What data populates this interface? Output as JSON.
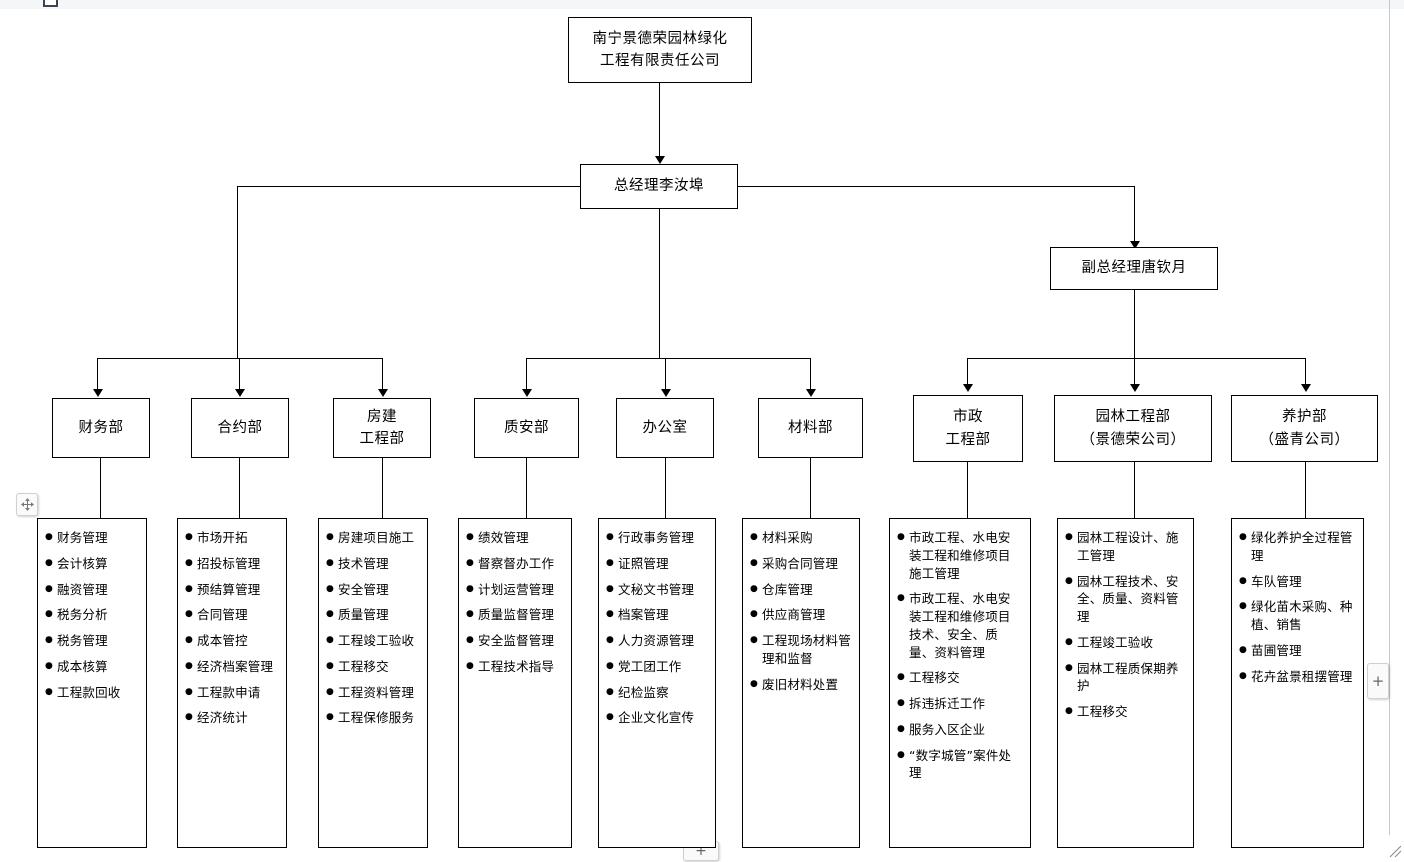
{
  "chrome": {
    "move_handle_icon": "move-icon",
    "expand_right_label": "+",
    "expand_bottom_label": "+",
    "corner_resize_icon": "resize-corner-icon"
  },
  "chart": {
    "company": {
      "lines": [
        "南宁景德荣园林绿化",
        "工程有限责任公司"
      ]
    },
    "general_manager": {
      "lines": [
        "总经理李汝埠"
      ]
    },
    "deputy_manager": {
      "lines": [
        "副总经理唐钦月"
      ]
    },
    "departments": [
      {
        "id": "finance",
        "lines": [
          "财务部"
        ],
        "duties": [
          "财务管理",
          "会计核算",
          "融资管理",
          "税务分析",
          "税务管理",
          "成本核算",
          "工程款回收"
        ]
      },
      {
        "id": "contract",
        "lines": [
          "合约部"
        ],
        "duties": [
          "市场开拓",
          "招投标管理",
          "预结算管理",
          "合同管理",
          "成本管控",
          "经济档案管理",
          "工程款申请",
          "经济统计"
        ]
      },
      {
        "id": "housing-engineering",
        "lines": [
          "房建",
          "工程部"
        ],
        "duties": [
          "房建项目施工",
          "技术管理",
          "安全管理",
          "质量管理",
          "工程竣工验收",
          "工程移交",
          "工程资料管理",
          "工程保修服务"
        ]
      },
      {
        "id": "quality-safety",
        "lines": [
          "质安部"
        ],
        "duties": [
          "绩效管理",
          "督察督办工作",
          "计划运营管理",
          "质量监督管理",
          "安全监督管理",
          "工程技术指导"
        ]
      },
      {
        "id": "office",
        "lines": [
          "办公室"
        ],
        "duties": [
          "行政事务管理",
          "证照管理",
          "文秘文书管理",
          "档案管理",
          "人力资源管理",
          "党工团工作",
          "纪检监察",
          "企业文化宣传"
        ]
      },
      {
        "id": "materials",
        "lines": [
          "材料部"
        ],
        "duties": [
          "材料采购",
          "采购合同管理",
          "仓库管理",
          "供应商管理",
          "工程现场材料管理和监督",
          "废旧材料处置"
        ]
      },
      {
        "id": "municipal-engineering",
        "lines": [
          "市政",
          "工程部"
        ],
        "duties": [
          "市政工程、水电安装工程和维修项目施工管理",
          "市政工程、水电安装工程和维修项目技术、安全、质量、资料管理",
          "工程移交",
          "拆违拆迁工作",
          "服务入区企业",
          "“数字城管”案件处理"
        ]
      },
      {
        "id": "landscape-engineering",
        "lines": [
          "园林工程部",
          "（景德荣公司）"
        ],
        "duties": [
          "园林工程设计、施工管理",
          "园林工程技术、安全、质量、资料管理",
          "工程竣工验收",
          "园林工程质保期养护",
          "工程移交"
        ]
      },
      {
        "id": "maintenance",
        "lines": [
          "养护部",
          "（盛青公司）"
        ],
        "duties": [
          "绿化养护全过程管理",
          "车队管理",
          "绿化苗木采购、种植、销售",
          "苗圃管理",
          "花卉盆景租摆管理"
        ]
      }
    ]
  }
}
